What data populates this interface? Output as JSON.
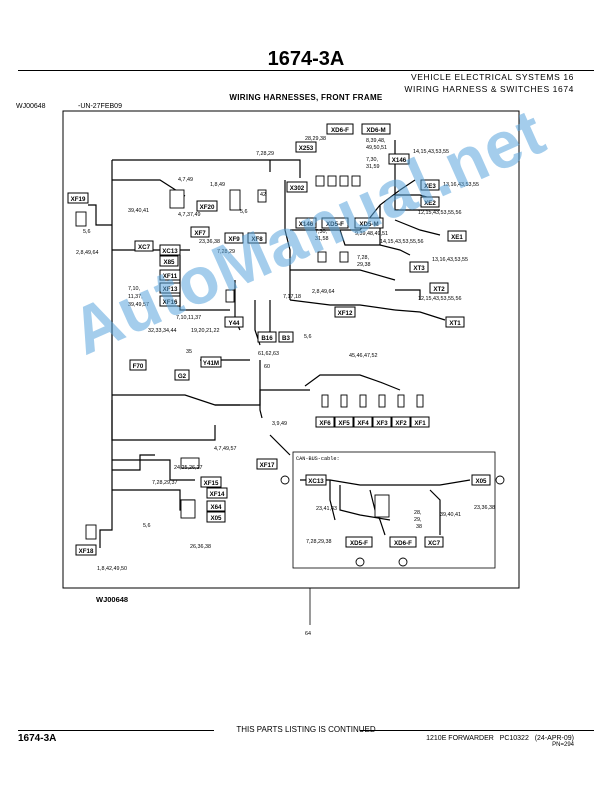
{
  "header": {
    "page_title": "1674-3A",
    "section": "VEHICLE ELECTRICAL SYSTEMS 16",
    "subsection": "WIRING HARNESS & SWITCHES 1674",
    "figure_title": "WIRING HARNESSES, FRONT FRAME",
    "figure_id": "WJ00648",
    "revision_ref": "-UN-27FEB09"
  },
  "diagram": {
    "connectors": {
      "xd6f": "XD6-F",
      "xd6m": "XD6-M",
      "x253": "X253",
      "x302": "X302",
      "x146": "X146",
      "xe3": "XE3",
      "xe2": "XE2",
      "xe1": "XE1",
      "xf19": "XF19",
      "xf20": "XF20",
      "xf7": "XF7",
      "xc7": "XC7",
      "xc13": "XC13",
      "xf9": "XF9",
      "xf8": "XF8",
      "x146b": "X146",
      "xd5f": "XD5-F",
      "xd5m": "XD5-M",
      "x85": "X85",
      "xf11": "XF11",
      "xf13": "XF13",
      "xf16": "XF16",
      "xt3": "XT3",
      "xt2": "XT2",
      "xf12": "XF12",
      "xt1": "XT1",
      "y44": "Y44",
      "b16": "B16",
      "b3": "B3",
      "f70": "F70",
      "g2": "G2",
      "y41m": "Y41M",
      "xf6": "XF6",
      "xf5": "XF5",
      "xf4": "XF4",
      "xf3": "XF3",
      "xf2": "XF2",
      "xf1": "XF1",
      "xf15": "XF15",
      "xf14": "XF14",
      "x64": "X64",
      "x05": "X05",
      "xf17": "XF17",
      "xf18": "XF18",
      "xc13b": "XC13",
      "x05b": "X05",
      "xd5f2": "XD5-F",
      "xd6f2": "XD6-F",
      "xc7b": "XC7"
    },
    "callouts": {
      "c1": "28,29,38",
      "c2": "8,39,48,",
      "c3": "49,50,51",
      "c4": "7,28,29",
      "c5": "7,30,",
      "c6": "31,59",
      "c7": "14,15,43,53,55",
      "c8": "4,7,49",
      "c9": "1,8,49",
      "c10": "42",
      "c11": "13,16,43,53,55",
      "c12": "39,40,41",
      "c13": "4,7,37,49",
      "c14": "5,6",
      "c15": "12,15,43,53,55,56",
      "c16": "5,6",
      "c17": "9,39,48,49,51",
      "c18": "23,36,38",
      "c19": "14,15,43,53,55,56",
      "c20": "2,8,49,64",
      "c21": "7,28,29",
      "c22": "7,30,",
      "c23": "31,58",
      "c24": "7,28,",
      "c25": "29,38",
      "c26": "13,16,43,53,55",
      "c27": "2,8,49,64",
      "c28": "7,10,",
      "c29": "11,37,",
      "c30": "39,49,57",
      "c31": "7,17,18",
      "c32": "12,15,43,53,55,56",
      "c33": "7,10,11,37",
      "c34": "19,20,21,22",
      "c35": "5,6",
      "c36": "32,33,34,44",
      "c37": "35",
      "c38": "61,62,63",
      "c39": "60",
      "c40": "45,46,47,52",
      "c41": "3,9,49",
      "c42": "4,7,49,57",
      "c43": "24,25,26,27",
      "c44": "7,28,29,37",
      "c45": "5,6",
      "c46": "26,36,38",
      "c47": "1,8,42,49,50",
      "c48": "23,41,43",
      "c49": "28,",
      "c50": "29,",
      "c51": "38",
      "c52": "39,40,41",
      "c53": "23,36,38",
      "c54": "7,28,29,38",
      "c55": "64"
    },
    "inset_label": "CAN-BUS-cable:",
    "bottom_id": "WJ00648"
  },
  "watermark": "AutoManual.net",
  "footer": {
    "page_ref": "1674-3A",
    "continued": "THIS PARTS LISTING IS CONTINUED",
    "machine": "1210E FORWARDER",
    "pc": "PC10322",
    "date": "(24-APR-09)",
    "pn": "PN=294"
  }
}
